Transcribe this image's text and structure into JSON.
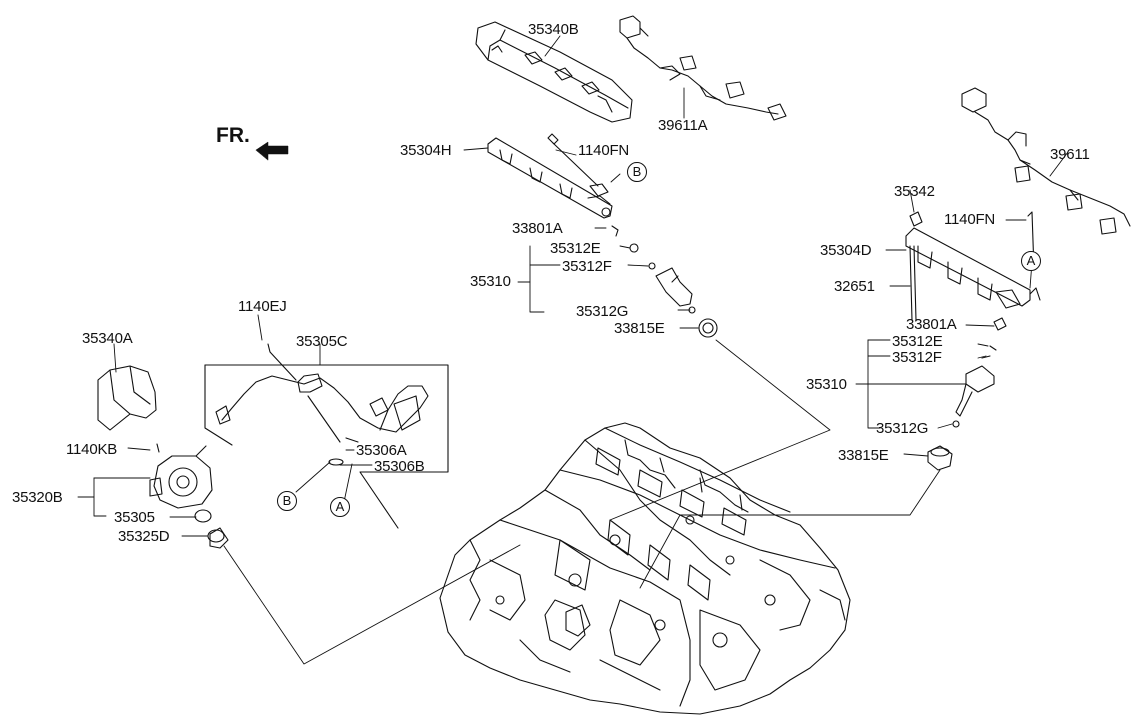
{
  "front_marker": "FR.",
  "labels": {
    "p35340B": "35340B",
    "p39611A": "39611A",
    "p35304H": "35304H",
    "p1140FN_a": "1140FN",
    "p33801A_a": "33801A",
    "p35312E_a": "35312E",
    "p35312F_a": "35312F",
    "p35310_a": "35310",
    "p35312G_a": "35312G",
    "p33815E_a": "33815E",
    "p39611": "39611",
    "p35342": "35342",
    "p1140FN_b": "1140FN",
    "p35304D": "35304D",
    "p32651": "32651",
    "p33801A_b": "33801A",
    "p35312E_b": "35312E",
    "p35312F_b": "35312F",
    "p35310_b": "35310",
    "p35312G_b": "35312G",
    "p33815E_b": "33815E",
    "p1140EJ": "1140EJ",
    "p35305C": "35305C",
    "p35340A": "35340A",
    "p35306A": "35306A",
    "p35306B": "35306B",
    "p1140KB": "1140KB",
    "p35320B": "35320B",
    "p35305": "35305",
    "p35325D": "35325D"
  },
  "callouts": {
    "b_top": "B",
    "a_right": "A",
    "b_bottom": "B",
    "a_bottom": "A"
  }
}
